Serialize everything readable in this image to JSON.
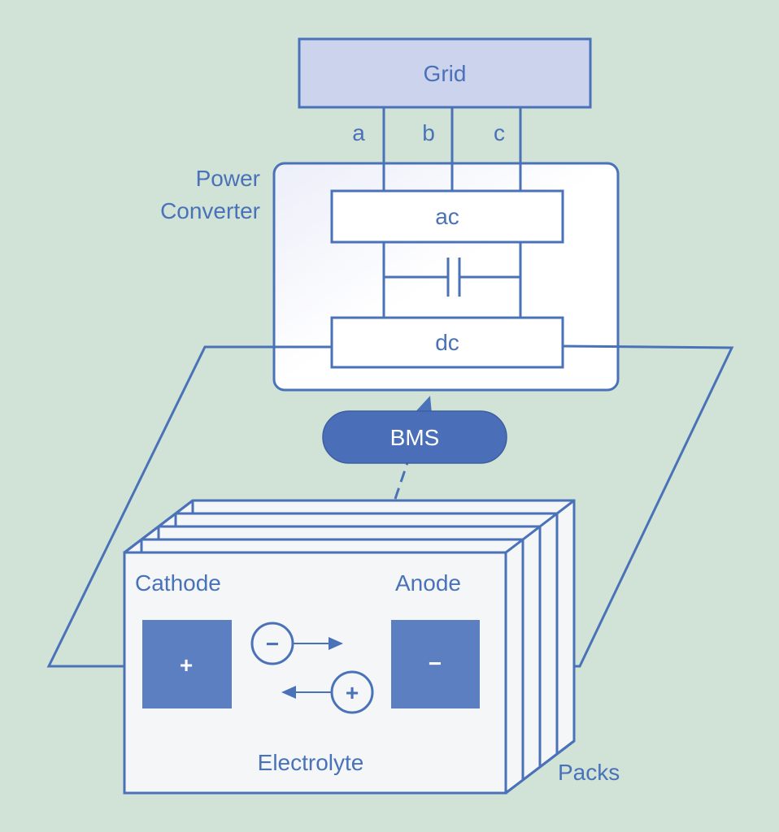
{
  "colors": {
    "background": "#d1e2d6",
    "stroke": "#4a72b8",
    "grid_fill": "#ccd3ec",
    "bms_fill": "#4a6fb8",
    "electrode_fill": "#5b7fc0",
    "panel_fill": "#f4f6f8"
  },
  "grid": {
    "label": "Grid"
  },
  "phases": [
    "a",
    "b",
    "c"
  ],
  "converter": {
    "label_line1": "Power",
    "label_line2": "Converter",
    "ac_label": "ac",
    "dc_label": "dc"
  },
  "bms": {
    "label": "BMS"
  },
  "cell": {
    "cathode_label": "Cathode",
    "anode_label": "Anode",
    "cathode_sign": "+",
    "anode_sign": "−",
    "electrolyte_label": "Electrolyte",
    "anion_sign": "−",
    "cation_sign": "+"
  },
  "packs": {
    "label": "Packs"
  }
}
